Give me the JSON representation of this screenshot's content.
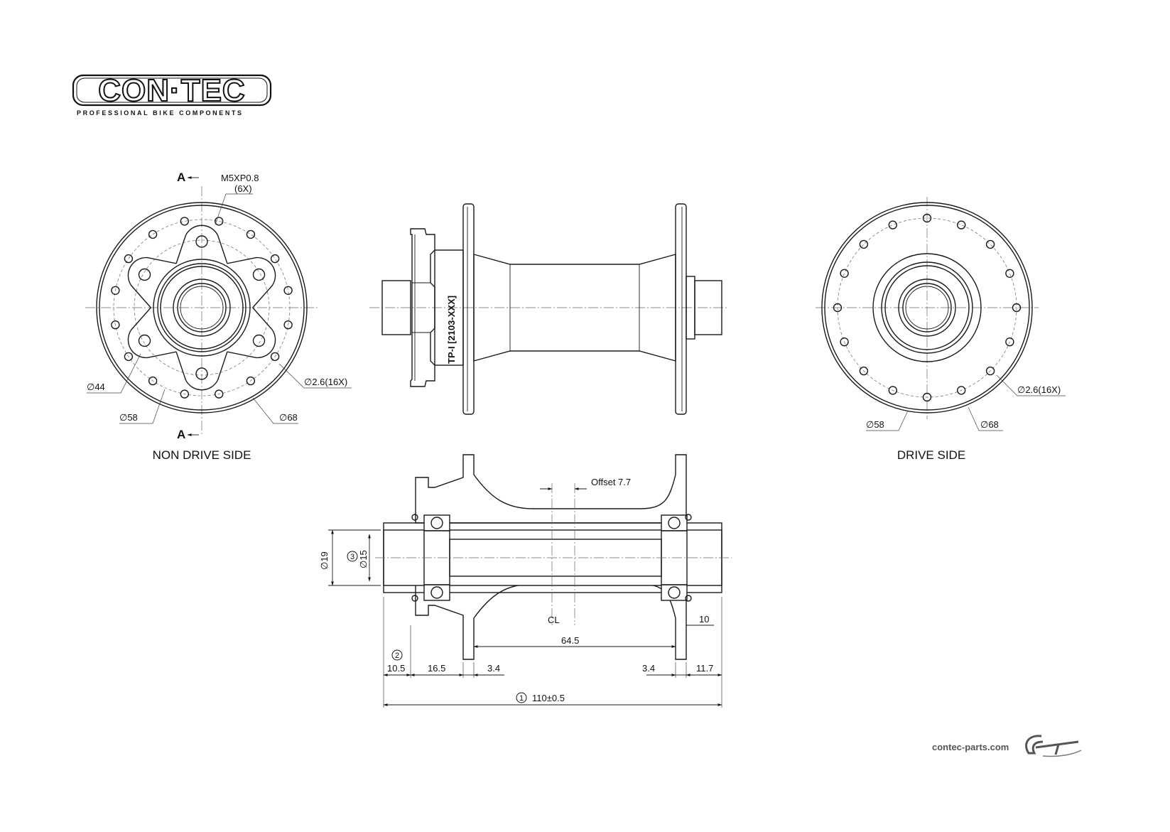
{
  "logo": {
    "brand": "CON·TEC",
    "tagline": "PROFESSIONAL BIKE COMPONENTS"
  },
  "footer": {
    "url": "contec-parts.com",
    "mark": "CT"
  },
  "non_drive_side": {
    "title": "NON DRIVE SIDE",
    "section_marker": "A",
    "thread_label": "M5XP0.8",
    "thread_count": "(6X)",
    "hole_dia": "∅2.6(16X)",
    "dia_44": "∅44",
    "dia_58": "∅58",
    "dia_68": "∅68"
  },
  "side_view": {
    "part_label": "TP-I [2103-XXX]"
  },
  "drive_side": {
    "title": "DRIVE SIDE",
    "hole_dia": "∅2.6(16X)",
    "dia_58": "∅58",
    "dia_68": "∅68"
  },
  "section": {
    "offset": "Offset  7.7",
    "cl": "CL",
    "span": "64.5",
    "right_face": "10",
    "dia_19": "∅19",
    "dia_15": "∅15",
    "callout_3": "3",
    "callout_2": "2",
    "callout_1": "1",
    "d_10_5": "10.5",
    "d_16_5": "16.5",
    "d_3_4_left": "3.4",
    "d_3_4_right": "3.4",
    "d_11_7": "11.7",
    "overall": "110±0.5"
  }
}
